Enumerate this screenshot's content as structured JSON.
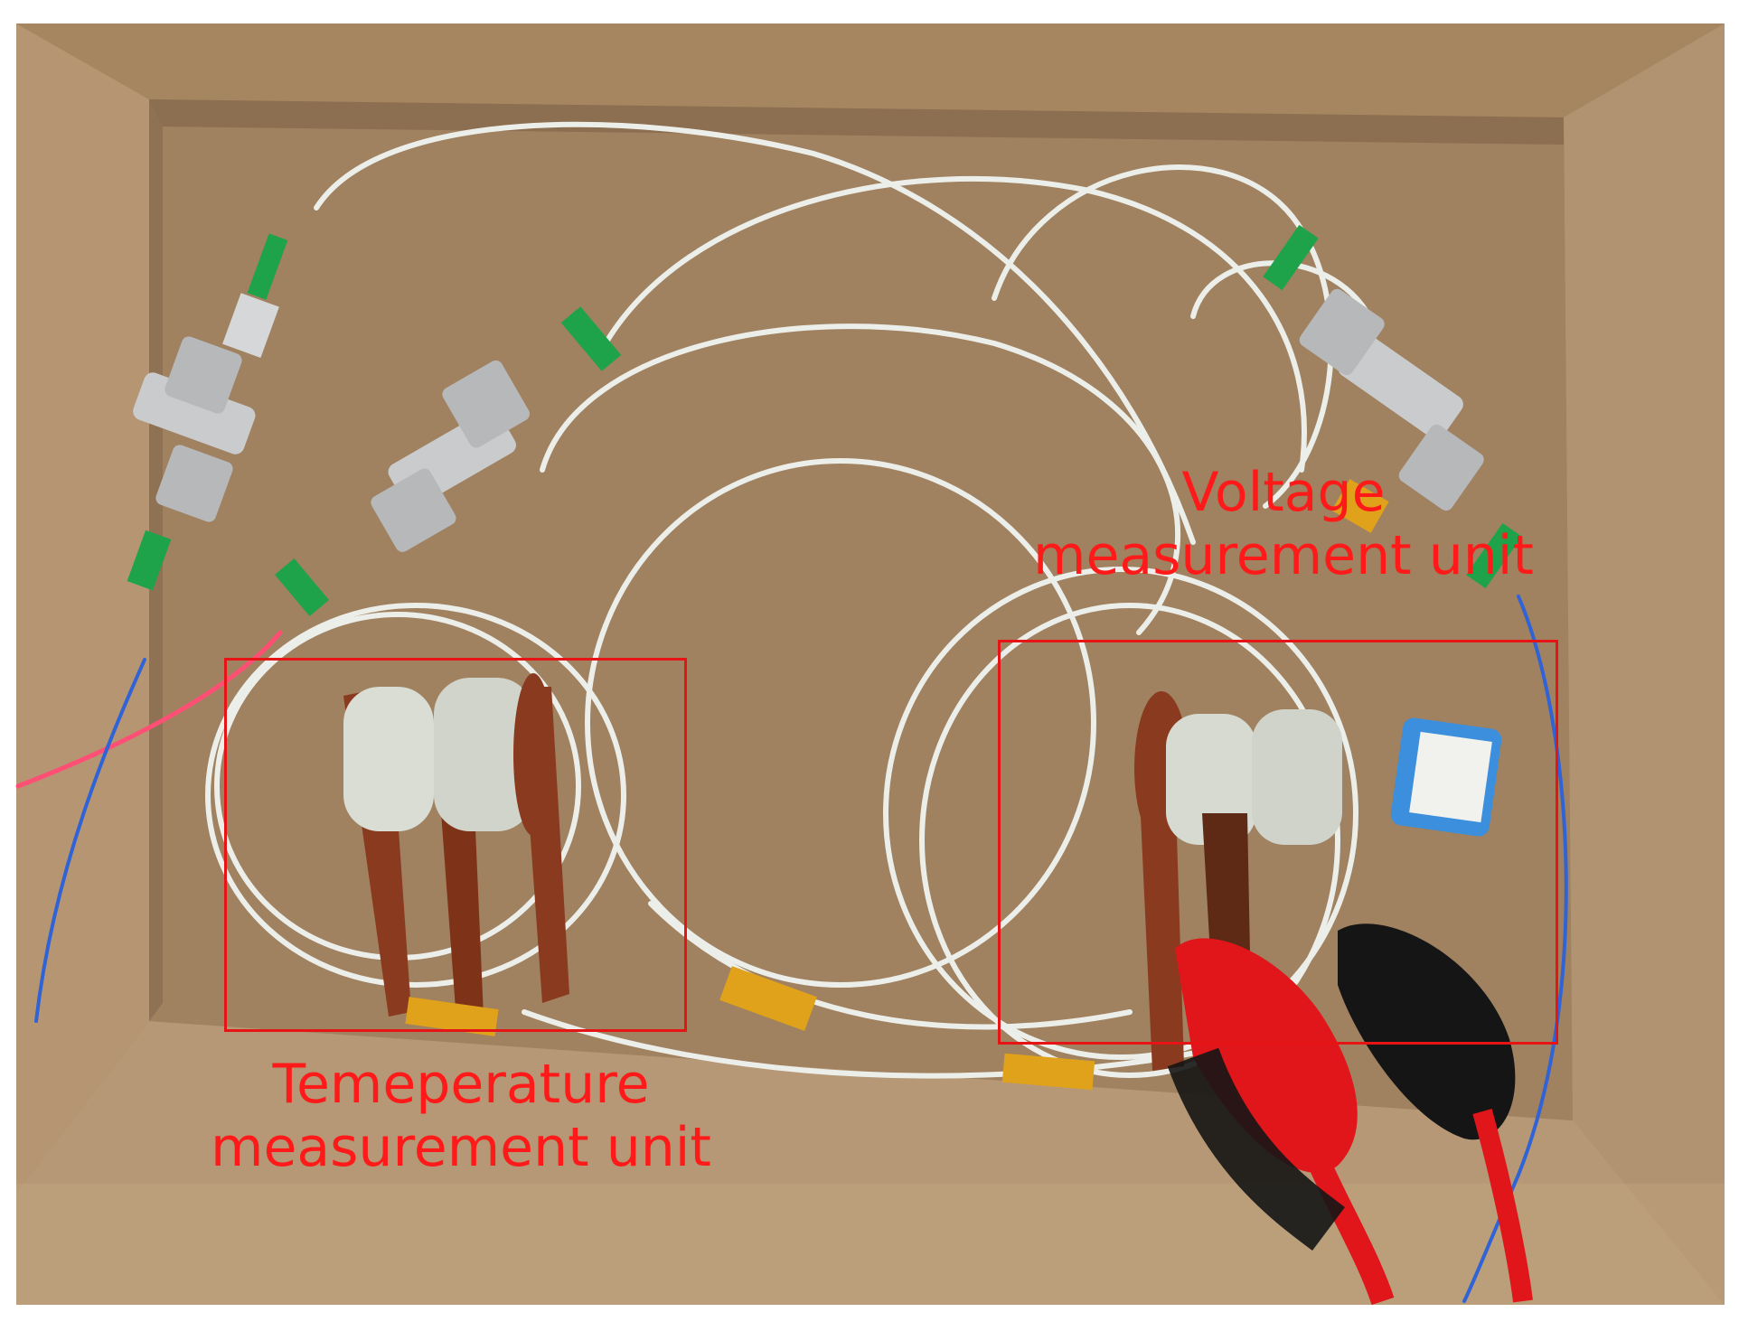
{
  "photo": {
    "description_icon": "photo-of-optical-fiber-sensors-in-cardboard-box"
  },
  "annotations": {
    "temperature_label_line1": "Temeperature",
    "temperature_label_line2": "measurement unit",
    "voltage_label_line1": "Voltage",
    "voltage_label_line2": "measurement unit"
  },
  "colors": {
    "annotation": "#ff1a1a",
    "box_outer": "#2a1e14",
    "cardboard": "#a98a66",
    "cardboard_dark": "#8c7051",
    "fiber": "#e9ecea",
    "connector_green": "#1fa34a",
    "copper": "#8a3a1e",
    "ceramic": "#d9ddd3",
    "kapton": "#e0a21a",
    "clip_red": "#e0161b",
    "clip_black": "#151515",
    "wire_blue": "#2f63d6",
    "wire_pink": "#ff4f74"
  }
}
